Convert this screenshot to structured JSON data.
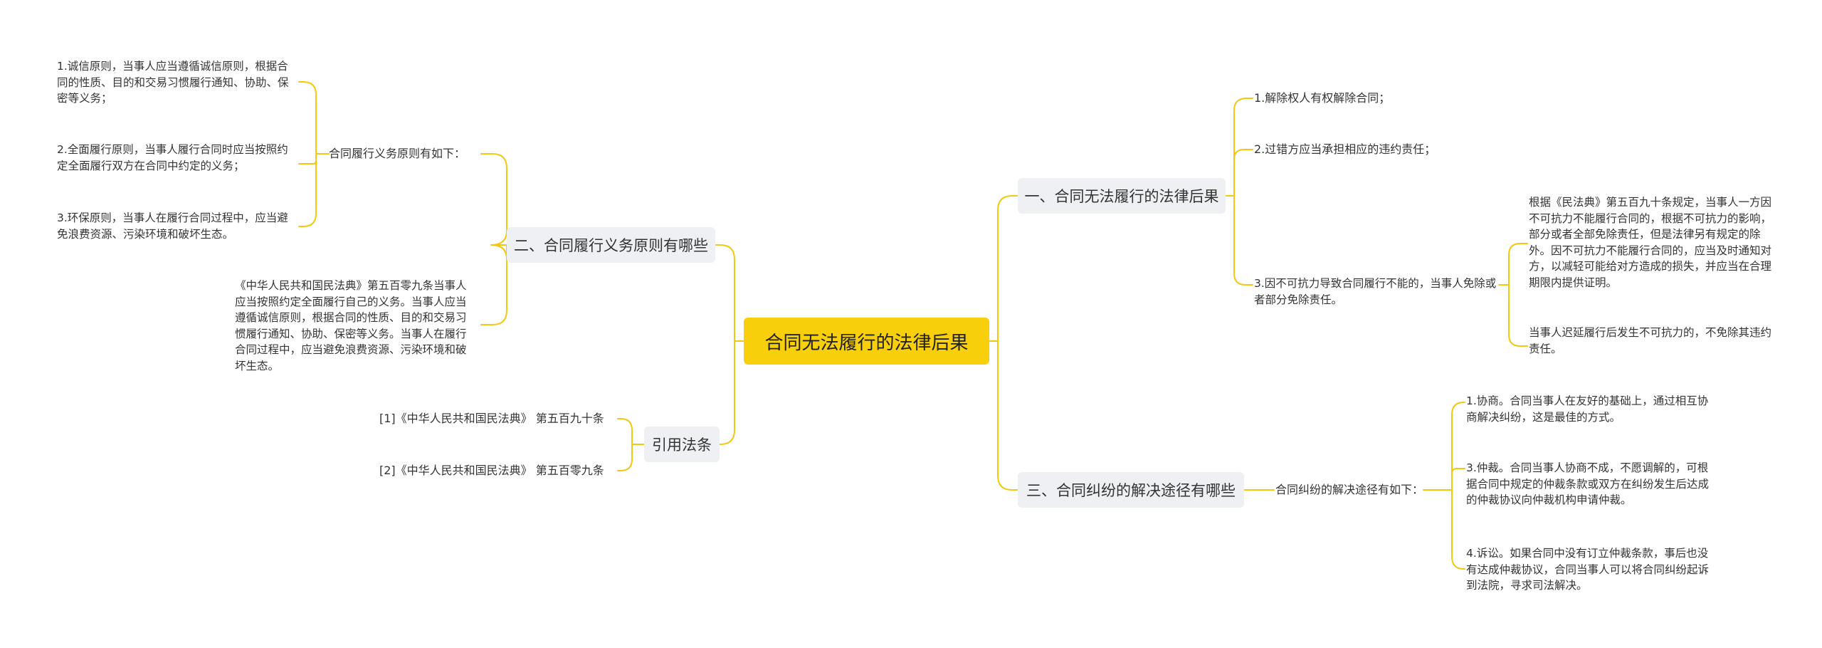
{
  "root": {
    "title": "合同无法履行的法律后果"
  },
  "branches": {
    "consequences": {
      "label": "一、合同无法履行的法律后果",
      "items": [
        "1.解除权人有权解除合同；",
        "2.过错方应当承担相应的违约责任；",
        "3.因不可抗力导致合同履行不能的，当事人免除或者部分免除责任。"
      ],
      "force_majeure_details": [
        "根据《民法典》第五百九十条规定，当事人一方因不可抗力不能履行合同的，根据不可抗力的影响，部分或者全部免除责任，但是法律另有规定的除外。因不可抗力不能履行合同的，应当及时通知对方，以减轻可能给对方造成的损失，并应当在合理期限内提供证明。",
        "当事人迟延履行后发生不可抗力的，不免除其违约责任。"
      ]
    },
    "principles": {
      "label": "二、合同履行义务原则有哪些",
      "intro": "合同履行义务原则有如下：",
      "items": [
        "1.诚信原则，当事人应当遵循诚信原则，根据合同的性质、目的和交易习惯履行通知、协助、保密等义务；",
        "2.全面履行原则，当事人履行合同时应当按照约定全面履行双方在合同中约定的义务；",
        "3.环保原则，当事人在履行合同过程中，应当避免浪费资源、污染环境和破坏生态。"
      ],
      "legal_basis": "《中华人民共和国民法典》第五百零九条当事人应当按照约定全面履行自己的义务。当事人应当遵循诚信原则，根据合同的性质、目的和交易习惯履行通知、协助、保密等义务。当事人在履行合同过程中，应当避免浪费资源、污染环境和破坏生态。"
    },
    "dispute": {
      "label": "三、合同纠纷的解决途径有哪些",
      "intro": "合同纠纷的解决途径有如下：",
      "items": [
        "1.协商。合同当事人在友好的基础上，通过相互协商解决纠纷，这是最佳的方式。",
        "3.仲裁。合同当事人协商不成，不愿调解的，可根据合同中规定的仲裁条款或双方在纠纷发生后达成的仲裁协议向仲裁机构申请仲裁。",
        "4.诉讼。如果合同中没有订立仲裁条款，事后也没有达成仲裁协议，合同当事人可以将合同纠纷起诉到法院，寻求司法解决。"
      ]
    },
    "citations": {
      "label": "引用法条",
      "items": [
        "[1]《中华人民共和国民法典》 第五百九十条",
        "[2]《中华人民共和国民法典》 第五百零九条"
      ]
    }
  },
  "colors": {
    "root_bg": "#f7cf0a",
    "branch_bg": "#eef0f3",
    "connector": "#f2c811",
    "text": "#333333"
  }
}
